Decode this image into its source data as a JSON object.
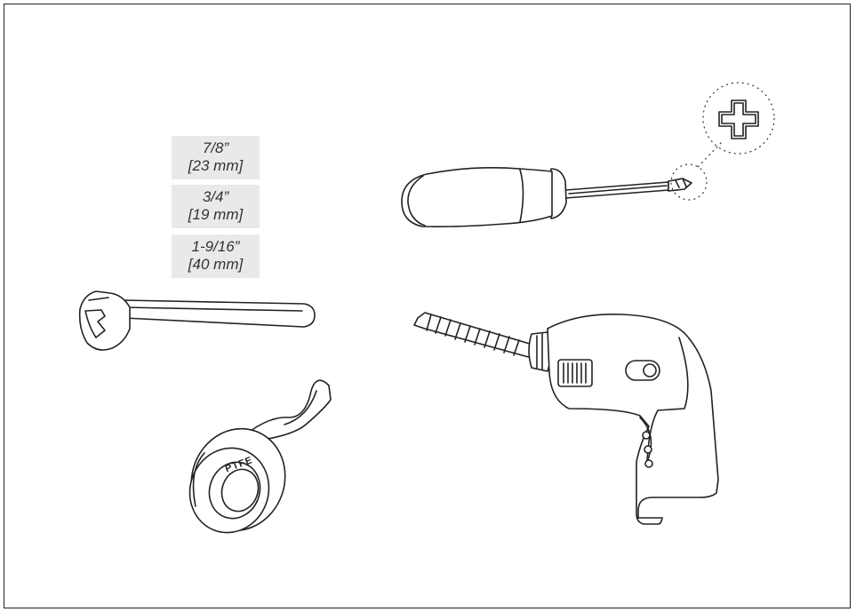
{
  "wrench_sizes": [
    {
      "fraction": "7/8”",
      "metric": "[23 mm]"
    },
    {
      "fraction": "3/4”",
      "metric": "[19 mm]"
    },
    {
      "fraction": "1-9/16”",
      "metric": "[40 mm]"
    }
  ],
  "tape": {
    "label": "PTFE"
  },
  "colors": {
    "line": "#222222",
    "label_bg": "#e9e9e9"
  }
}
